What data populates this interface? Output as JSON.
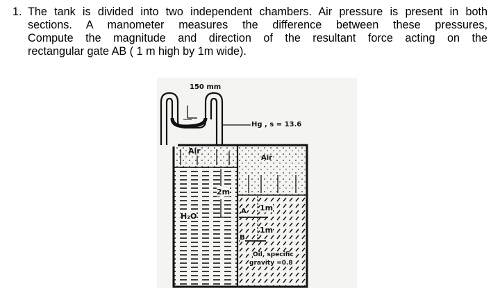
{
  "problem": {
    "number": "1.",
    "lines": [
      "The tank is divided into two independent chambers.  Air pressure is present in both",
      "sections.   A manometer measures the difference between these pressures,",
      "Compute the magnitude and direction of the resultant force acting on the",
      "rectangular gate AB ( 1 m high by 1m wide)."
    ]
  },
  "figure": {
    "manometer_label": "150 mm",
    "mercury_label": "Hg , s = 13.6",
    "left_air_label": "Air",
    "right_air_label": "Air",
    "water_depth_label": "2m",
    "water_label": "H₂O",
    "gate_top_label": "A",
    "gate_bottom_label": "B",
    "oil_depth_label": "1m",
    "gate_height_label": "1m",
    "oil_label_line1": "Oil, specific",
    "oil_label_line2": "gravity =0.8"
  }
}
